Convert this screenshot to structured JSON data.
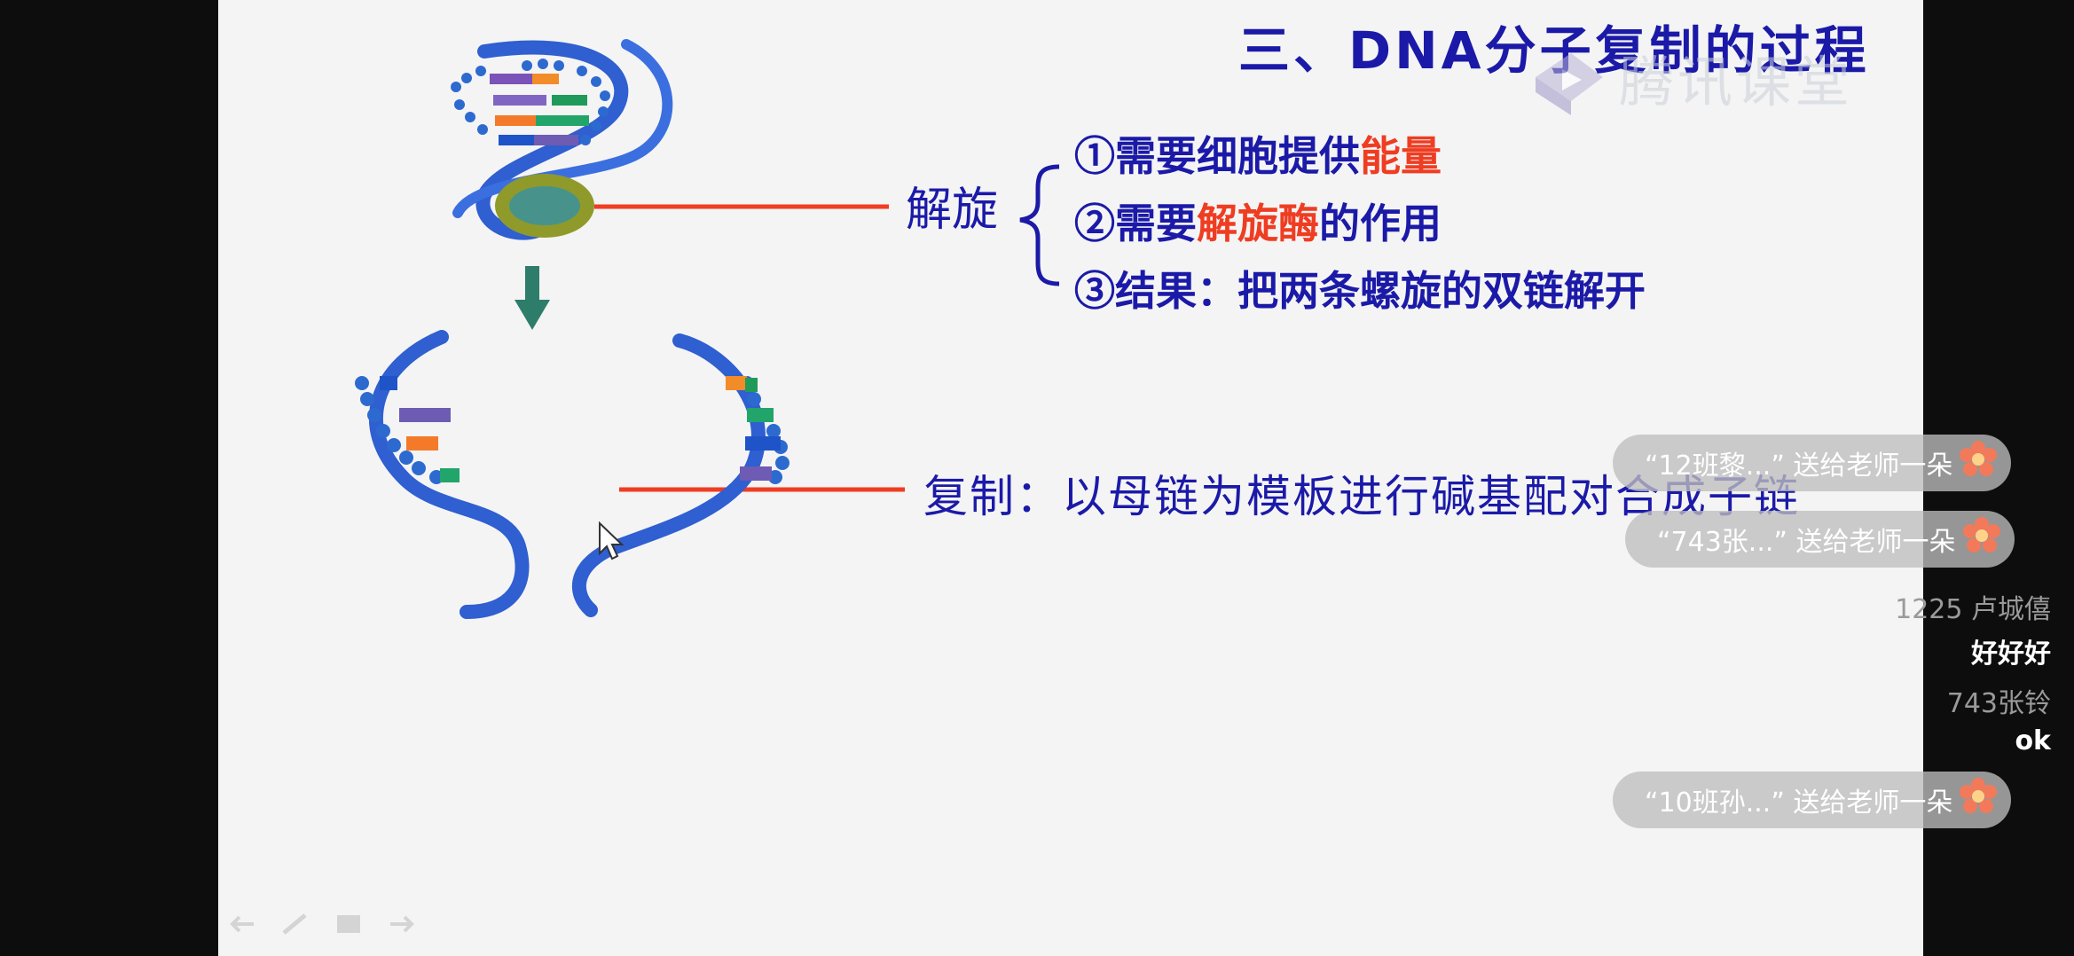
{
  "slide": {
    "title": "三、DNA分子复制的过程",
    "watermark": "腾讯课堂",
    "unwind_label": "解旋",
    "bullets": [
      {
        "prefix": "①需要细胞提供",
        "highlight": "能量",
        "suffix": ""
      },
      {
        "prefix": "②需要",
        "highlight": "解旋酶",
        "suffix": "的作用"
      },
      {
        "prefix": "③结果：把两条螺旋的双链解开",
        "highlight": "",
        "suffix": ""
      }
    ],
    "replicate_label": "复制：以母链为模板进行碱基配对合成子链"
  },
  "chat": {
    "gifts": [
      {
        "text": "“12班黎...” 送给老师一朵"
      },
      {
        "text": "“743张...” 送给老师一朵"
      },
      {
        "text": "“10班孙...” 送给老师一朵"
      }
    ],
    "messages": [
      {
        "text": "1225 卢城僖",
        "style": "grey"
      },
      {
        "text": "好好好",
        "style": "white"
      },
      {
        "text": "743张铃",
        "style": "grey"
      },
      {
        "text": "ok",
        "style": "white"
      }
    ]
  },
  "colors": {
    "title": "#1b1aa8",
    "highlight": "#ef3d22",
    "pointer_line": "#ef3d22",
    "helix": "#2f5fd0",
    "arrow": "#2e7d6b"
  },
  "icons": {
    "flower": "flower-icon",
    "cursor": "mouse-cursor-icon",
    "toolbar": [
      "back-arrow-icon",
      "pen-icon",
      "menu-icon",
      "forward-arrow-icon"
    ]
  }
}
